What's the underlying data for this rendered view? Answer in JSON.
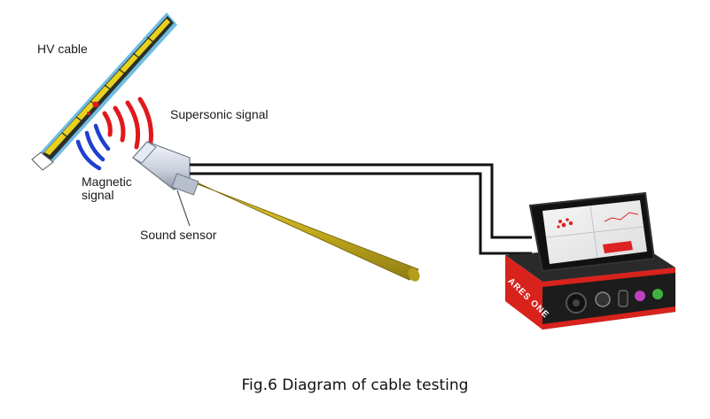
{
  "labels": {
    "hv_cable": "HV cable",
    "supersonic_signal": "Supersonic signal",
    "magnetic_line1": "Magnetic",
    "magnetic_line2": "signal",
    "sound_sensor": "Sound sensor"
  },
  "device": {
    "brand": "ARES ONE"
  },
  "caption": "Fig.6  Diagram of cable testing",
  "colors": {
    "cable_yellow": "#e8d21e",
    "cable_dark": "#2b2f2a",
    "cable_blue_edge": "#3fa6d8",
    "supersonic_red": "#e0191c",
    "magnetic_blue": "#1f3fd0",
    "probe_rod": "#c8b329",
    "device_red": "#d8221c",
    "device_black": "#1c1c1c",
    "wire": "#111111"
  },
  "icons": {
    "supersonic": "supersonic-wave-icon",
    "magnetic": "magnetic-wave-icon"
  }
}
